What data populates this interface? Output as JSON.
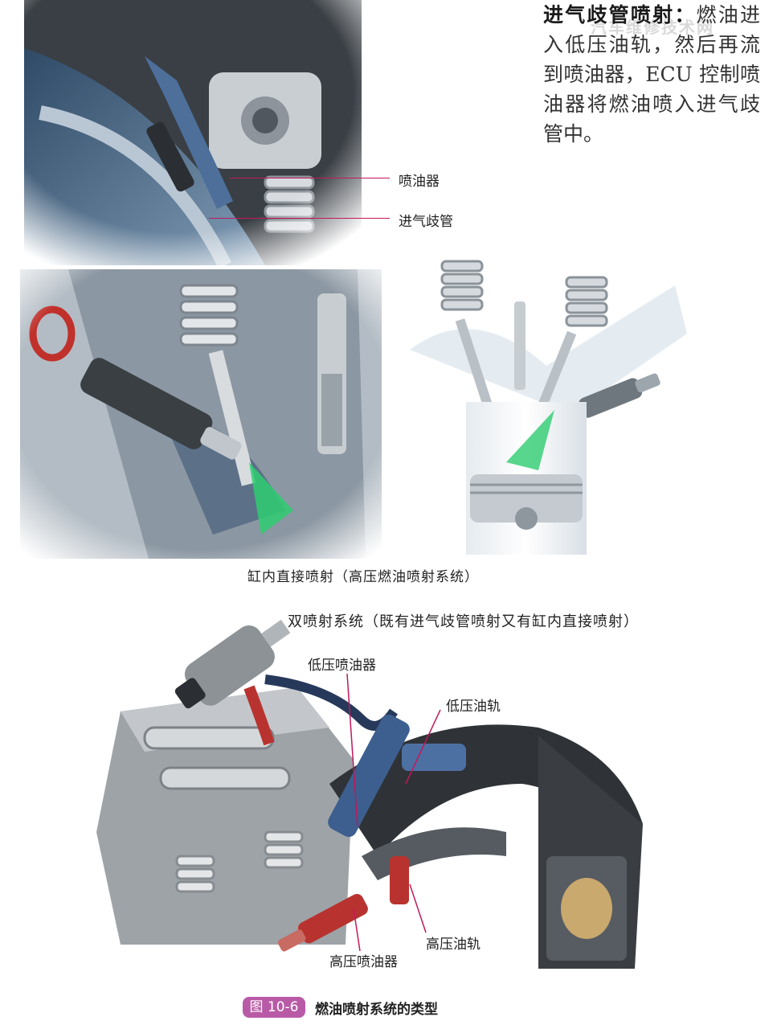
{
  "intro": {
    "heading": "进气歧管喷射：",
    "text": "燃油进入低压油轨，然后再流到喷油器，ECU 控制喷油器将燃油喷入进气歧管中。"
  },
  "watermark": "汽车维修技术网",
  "labels": {
    "injector": "喷油器",
    "intake_manifold": "进气歧管",
    "low_pressure_injector": "低压喷油器",
    "low_pressure_rail": "低压油轨",
    "high_pressure_rail": "高压油轨",
    "high_pressure_injector": "高压喷油器"
  },
  "captions": {
    "direct_injection": "缸内直接喷射（高压燃油喷射系统）",
    "dual_injection": "双喷射系统（既有进气歧管喷射又有缸内直接喷射）"
  },
  "figure": {
    "number": "图 10-6",
    "title": "燃油喷射系统的类型"
  },
  "colors": {
    "leader_line": "#c2185b",
    "figure_badge": "#b95aa6",
    "fuel_spray": "#2ecc71",
    "low_pressure_part": "#3d5f8f",
    "high_pressure_part": "#b8332f"
  }
}
